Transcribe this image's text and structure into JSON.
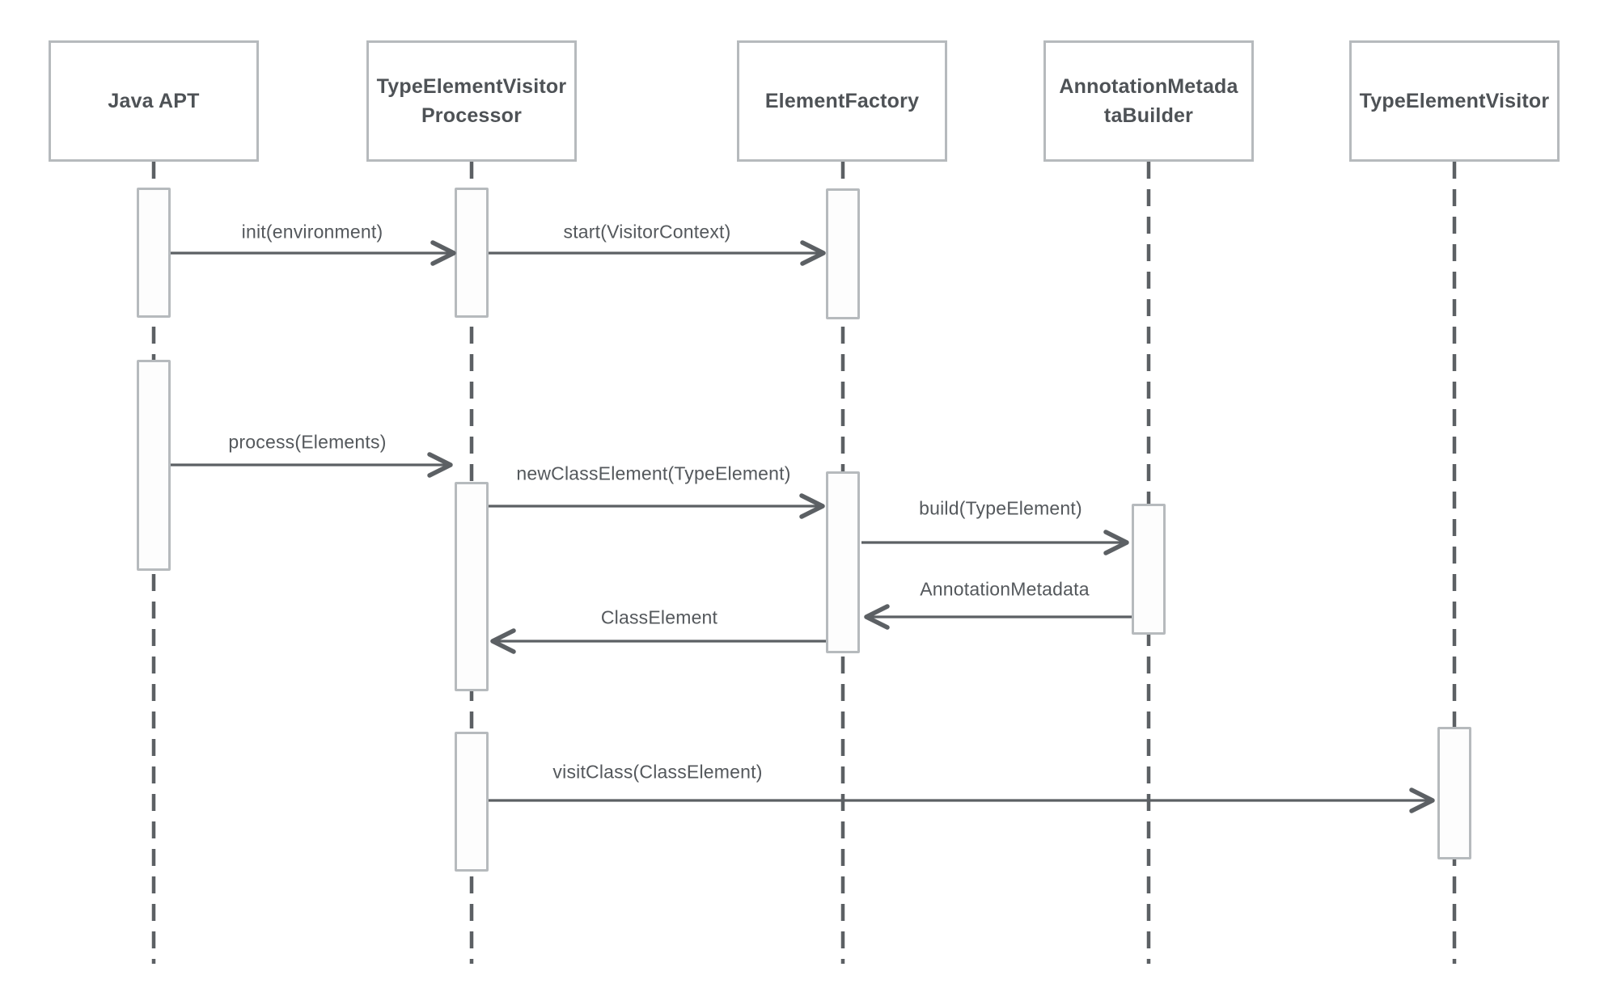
{
  "colors": {
    "background": "#ffffff",
    "box_border": "#b6babd",
    "bar_fill": "#fdfdfd",
    "title_text": "#4e5256",
    "message_text": "#54585c",
    "line": "#5c6064"
  },
  "participants": [
    {
      "label": "Java APT"
    },
    {
      "label": "TypeElementVisitor\nProcessor"
    },
    {
      "label": "ElementFactory"
    },
    {
      "label": "AnnotationMetada\ntaBuilder"
    },
    {
      "label": "TypeElementVisitor"
    }
  ],
  "messages": [
    {
      "label": "init(environment)",
      "from": "Java APT",
      "to": "TypeElementVisitorProcessor",
      "kind": "call"
    },
    {
      "label": "start(VisitorContext)",
      "from": "TypeElementVisitorProcessor",
      "to": "ElementFactory",
      "kind": "call"
    },
    {
      "label": "process(Elements)",
      "from": "Java APT",
      "to": "TypeElementVisitorProcessor",
      "kind": "call"
    },
    {
      "label": "newClassElement(TypeElement)",
      "from": "TypeElementVisitorProcessor",
      "to": "ElementFactory",
      "kind": "call"
    },
    {
      "label": "build(TypeElement)",
      "from": "ElementFactory",
      "to": "AnnotationMetadataBuilder",
      "kind": "call"
    },
    {
      "label": "AnnotationMetadata",
      "from": "AnnotationMetadataBuilder",
      "to": "ElementFactory",
      "kind": "return"
    },
    {
      "label": "ClassElement",
      "from": "ElementFactory",
      "to": "TypeElementVisitorProcessor",
      "kind": "return"
    },
    {
      "label": "visitClass(ClassElement)",
      "from": "TypeElementVisitorProcessor",
      "to": "TypeElementVisitor",
      "kind": "call"
    }
  ]
}
